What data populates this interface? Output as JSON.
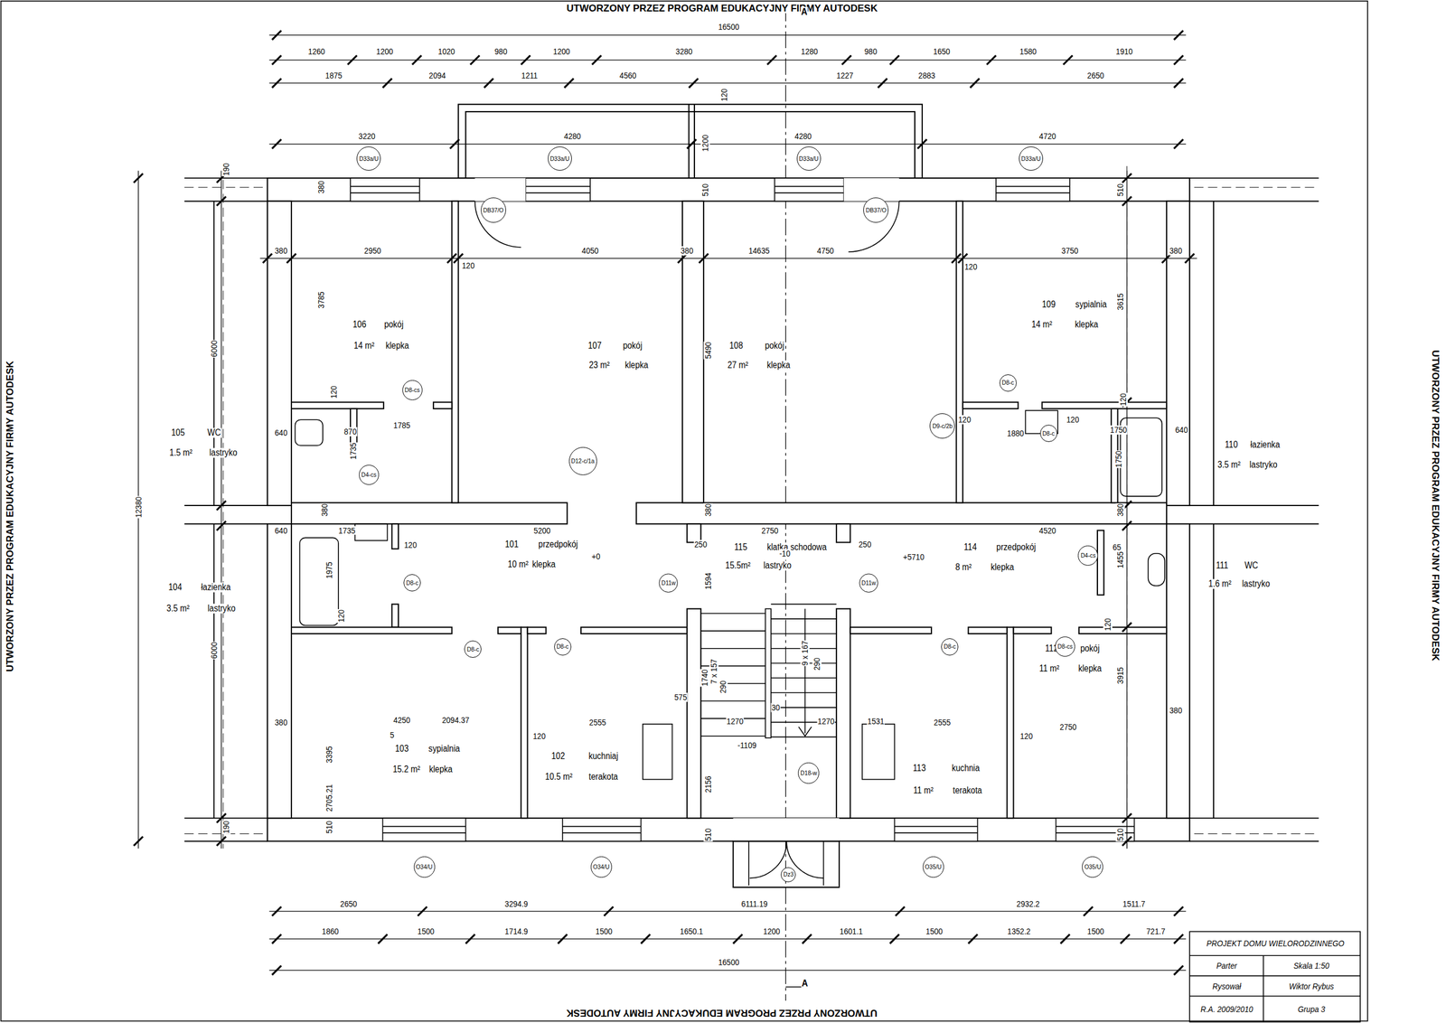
{
  "diagram": {
    "nodes": [
      {
        "text": [
          "D33a/U"
        ]
      },
      {
        "text": [
          "D33a/U"
        ]
      },
      {
        "text": [
          "D33a/U"
        ]
      },
      {
        "text": [
          "D33a/U"
        ]
      },
      {
        "text": [
          "DB37/O"
        ]
      },
      {
        "text": [
          "DB37/O"
        ]
      },
      {
        "text": [
          "D8-c"
        ]
      },
      {
        "text": [
          "D8-cs"
        ]
      },
      {
        "text": [
          "D9-c/2b"
        ]
      },
      {
        "text": [
          "D8-c"
        ]
      },
      {
        "text": [
          "D12-c/1a"
        ]
      },
      {
        "text": [
          "D4-cs"
        ]
      },
      {
        "text": [
          "D4-cs"
        ]
      },
      {
        "text": [
          "D11w"
        ]
      },
      {
        "text": [
          "D11w"
        ]
      },
      {
        "text": [
          "D8-c"
        ]
      },
      {
        "text": [
          "D8-c"
        ]
      },
      {
        "text": [
          "D8-c"
        ]
      },
      {
        "text": [
          "D8-c"
        ]
      },
      {
        "text": [
          "D8-cs"
        ]
      },
      {
        "text": [
          "D18-w"
        ]
      },
      {
        "text": [
          "O34/U"
        ]
      },
      {
        "text": [
          "O34/U"
        ]
      },
      {
        "text": [
          "O35/U"
        ]
      },
      {
        "text": [
          "O35/U"
        ]
      },
      {
        "text": [
          "Dz3"
        ]
      }
    ],
    "labels": [
      "UTWORZONY PRZEZ PROGRAM EDUKACYJNY FIRMY AUTODESK",
      "UTWORZONY PRZEZ PROGRAM EDUKACYJNY FIRMY AUTODESK",
      "UTWORZONY PRZEZ PROGRAM EDUKACYJNY FIRMY AUTODESK",
      "UTWORZONY PRZEZ PROGRAM EDUKACYJNY FIRMY AUTODESK",
      "A",
      "A",
      "16500",
      "1260",
      "1200",
      "1020",
      "980",
      "1200",
      "3280",
      "1280",
      "980",
      "1650",
      "1580",
      "1910",
      "1875",
      "2094",
      "1211",
      "4560",
      "1227",
      "2883",
      "2650",
      "120",
      "3220",
      "4280",
      "4280",
      "4720",
      "1200",
      "190",
      "380",
      "510",
      "510",
      "380",
      "2950",
      "4050",
      "380",
      "14635",
      "4750",
      "3750",
      "380",
      "120",
      "120",
      "3785",
      "3615",
      "6000",
      "5490",
      "12380",
      "106",
      "pokój",
      "14 m²",
      "klepka",
      "107",
      "pokój",
      "23 m²",
      "klepka",
      "108",
      "pokój",
      "27 m²",
      "klepka",
      "109",
      "sypialnia",
      "14 m²",
      "klepka",
      "105",
      "WC",
      "1.5 m²",
      "lastryko",
      "110",
      "łazienka",
      "3.5 m²",
      "lastryko",
      "104",
      "łazienka",
      "3.5 m²",
      "lastryko",
      "101",
      "przedpokój",
      "10 m²",
      "klepka",
      "115",
      "klatka schodowa",
      "15.5m²",
      "lastryko",
      "114",
      "przedpokój",
      "8 m²",
      "klepka",
      "111",
      "WC",
      "1.6 m²",
      "lastryko",
      "112",
      "pokój",
      "11 m²",
      "klepka",
      "103",
      "sypialnia",
      "15.2 m²",
      "klepka",
      "102",
      "kuchniaj",
      "10.5 m²",
      "terakota",
      "113",
      "kuchnia",
      "11 m²",
      "terakota",
      "120",
      "120",
      "640",
      "870",
      "1785",
      "1735",
      "65",
      "120",
      "1880",
      "120",
      "1750",
      "640",
      "1750",
      "380",
      "380",
      "380",
      "640",
      "1735",
      "120",
      "5200",
      "250",
      "2750",
      "250",
      "4520",
      "65",
      "1455",
      "+0",
      "-10",
      "+5710",
      "1975",
      "120",
      "120",
      "1594",
      "6000",
      "1740",
      "7 x 157",
      "290",
      "9 x 167",
      "290",
      "575",
      "30",
      "1270",
      "1270",
      "1531",
      "380",
      "4250",
      "2094.37",
      "120",
      "2555",
      "2555",
      "120",
      "2750",
      "380",
      "5",
      "3395",
      "3915",
      "2705.21",
      "2156",
      "-1109",
      "190",
      "510",
      "510",
      "510",
      "2650",
      "3294.9",
      "6111.19",
      "2932.2",
      "1511.7",
      "1860",
      "1500",
      "1714.9",
      "1500",
      "1650.1",
      "1200",
      "1601.1",
      "1500",
      "1352.2",
      "1500",
      "721.7",
      "16500",
      "PROJEKT DOMU WIELORODZINNEGO",
      "Parter",
      "Skala 1:50",
      "Rysował",
      "Wiktor Rybus",
      "R.A. 2009/2010",
      "Grupa 3"
    ]
  }
}
